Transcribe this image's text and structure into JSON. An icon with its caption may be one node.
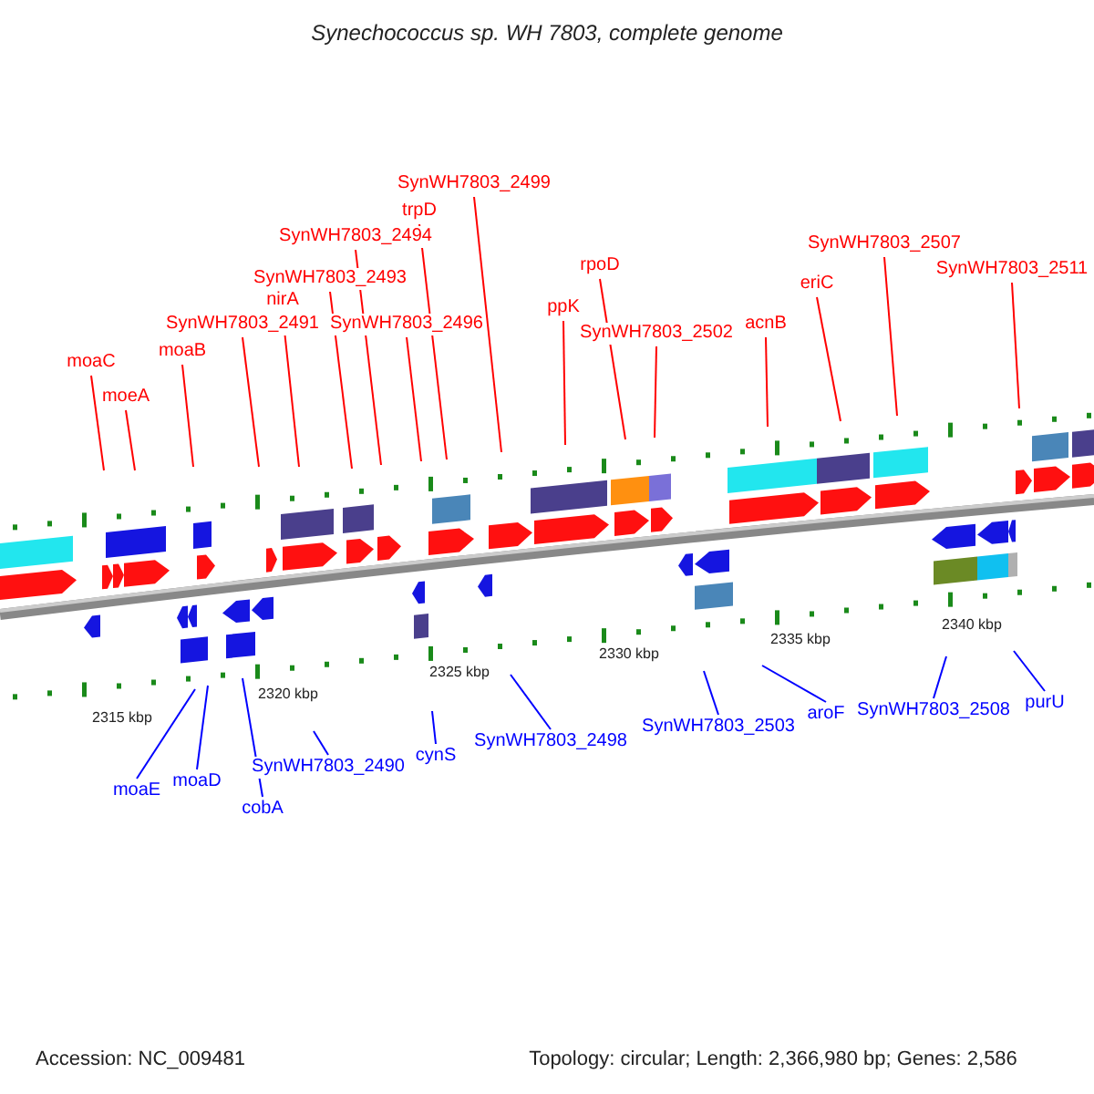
{
  "diagram": {
    "title": "Synechococcus sp. WH 7803, complete genome",
    "nodes": [
      {
        "text": [
          "moaC"
        ]
      },
      {
        "text": [
          "moeA"
        ]
      },
      {
        "text": [
          "moaB"
        ]
      },
      {
        "text": [
          "SynWH7803_2491"
        ]
      },
      {
        "text": [
          "nirA"
        ]
      },
      {
        "text": [
          "SynWH7803_2493"
        ]
      },
      {
        "text": [
          "SynWH7803_2494"
        ]
      },
      {
        "text": [
          "SynWH7803_2496"
        ]
      },
      {
        "text": [
          "trpD"
        ]
      },
      {
        "text": [
          "SynWH7803_2499"
        ]
      },
      {
        "text": [
          "ppK"
        ]
      },
      {
        "text": [
          "rpoD"
        ]
      },
      {
        "text": [
          "SynWH7803_2502"
        ]
      },
      {
        "text": [
          "acnB"
        ]
      },
      {
        "text": [
          "eriC"
        ]
      },
      {
        "text": [
          "SynWH7803_2507"
        ]
      },
      {
        "text": [
          "SynWH7803_2511"
        ]
      },
      {
        "text": [
          "moaE"
        ]
      },
      {
        "text": [
          "moaD"
        ]
      },
      {
        "text": [
          "cobA"
        ]
      },
      {
        "text": [
          "SynWH7803_2490"
        ]
      },
      {
        "text": [
          "cynS"
        ]
      },
      {
        "text": [
          "SynWH7803_2498"
        ]
      },
      {
        "text": [
          "SynWH7803_2503"
        ]
      },
      {
        "text": [
          "aroF"
        ]
      },
      {
        "text": [
          "SynWH7803_2508"
        ]
      },
      {
        "text": [
          "purU"
        ]
      }
    ],
    "edges": [
      {
        "from": 0,
        "to": null,
        "arrow": "none"
      },
      {
        "from": 1,
        "to": null,
        "arrow": "none"
      },
      {
        "from": 2,
        "to": null,
        "arrow": "none"
      },
      {
        "from": 3,
        "to": null,
        "arrow": "none"
      },
      {
        "from": 4,
        "to": null,
        "arrow": "none"
      },
      {
        "from": 5,
        "to": null,
        "arrow": "none"
      },
      {
        "from": 6,
        "to": null,
        "arrow": "none"
      },
      {
        "from": 7,
        "to": null,
        "arrow": "none"
      },
      {
        "from": 8,
        "to": null,
        "arrow": "none"
      },
      {
        "from": 9,
        "to": null,
        "arrow": "none"
      },
      {
        "from": 10,
        "to": null,
        "arrow": "none"
      },
      {
        "from": 11,
        "to": null,
        "arrow": "none"
      },
      {
        "from": 12,
        "to": null,
        "arrow": "none"
      },
      {
        "from": 13,
        "to": null,
        "arrow": "none"
      },
      {
        "from": 14,
        "to": null,
        "arrow": "none"
      },
      {
        "from": 15,
        "to": null,
        "arrow": "none"
      },
      {
        "from": 16,
        "to": null,
        "arrow": "none"
      },
      {
        "from": 17,
        "to": null,
        "arrow": "none",
        "color": "#0000ff"
      },
      {
        "from": 18,
        "to": null,
        "arrow": "none",
        "color": "#0000ff"
      },
      {
        "from": 19,
        "to": null,
        "arrow": "none",
        "color": "#0000ff"
      },
      {
        "from": 20,
        "to": null,
        "arrow": "none",
        "color": "#0000ff"
      },
      {
        "from": 21,
        "to": null,
        "arrow": "none",
        "color": "#0000ff"
      },
      {
        "from": 22,
        "to": null,
        "arrow": "none",
        "color": "#0000ff"
      },
      {
        "from": 23,
        "to": null,
        "arrow": "none",
        "color": "#0000ff"
      },
      {
        "from": 24,
        "to": null,
        "arrow": "none",
        "color": "#0000ff"
      },
      {
        "from": 25,
        "to": null,
        "arrow": "none",
        "color": "#0000ff"
      },
      {
        "from": 26,
        "to": null,
        "arrow": "none",
        "color": "#0000ff"
      }
    ],
    "labels": [
      "2315 kbp",
      "2320 kbp",
      "2325 kbp",
      "2330 kbp",
      "2335 kbp",
      "2340 kbp",
      "Accession: NC_009481",
      "Topology: circular; Length: 2,366,980 bp; Genes: 2,586"
    ]
  }
}
